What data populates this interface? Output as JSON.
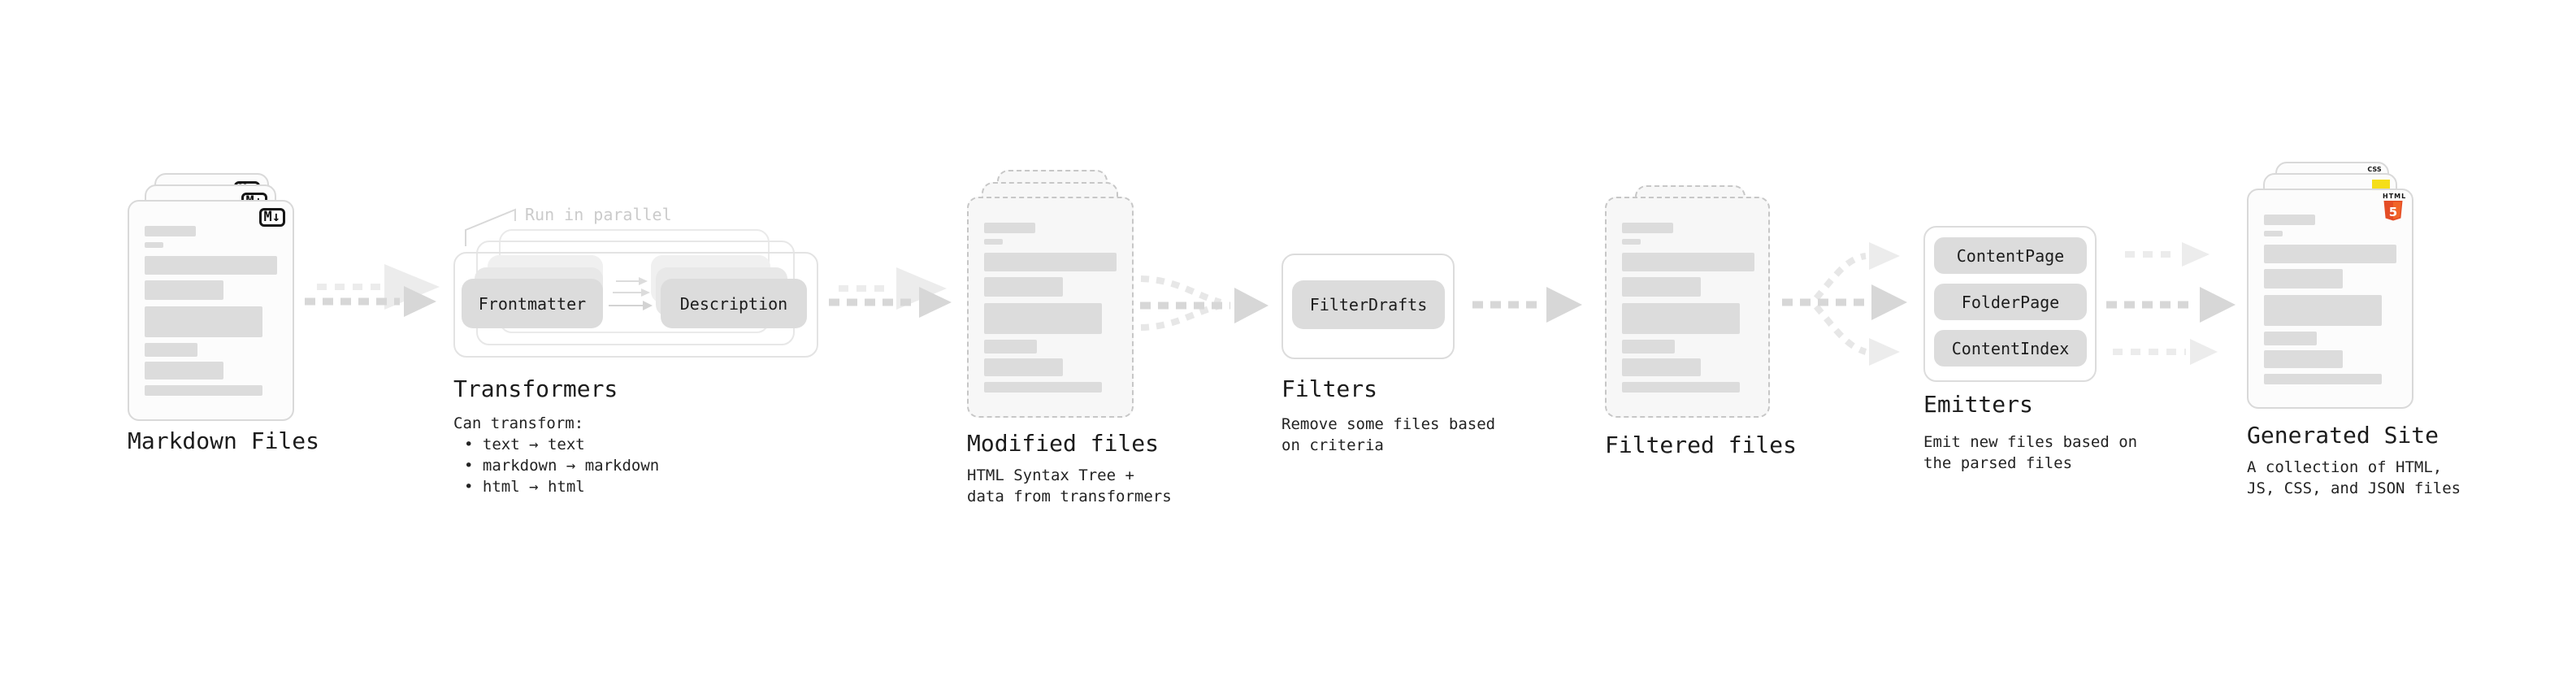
{
  "colors": {
    "html_orange": "#e44d26",
    "html_orange_light": "#f16529",
    "js_yellow": "#f5de19",
    "css_blue": "#2962f2"
  },
  "stages": {
    "markdown": {
      "label": "Markdown Files",
      "badge": "M↓"
    },
    "transformers": {
      "label": "Transformers",
      "annotation": "Run in parallel",
      "pill_frontmatter": "Frontmatter",
      "pill_description": "Description",
      "caption": "Can transform:",
      "bullets": [
        "• text → text",
        "• markdown → markdown",
        "• html → html"
      ]
    },
    "modified": {
      "label": "Modified files",
      "caption_line1": "HTML Syntax Tree +",
      "caption_line2": "data from transformers"
    },
    "filters": {
      "label": "Filters",
      "pill": "FilterDrafts",
      "caption_line1": "Remove some files based",
      "caption_line2": "on criteria"
    },
    "filtered": {
      "label": "Filtered files"
    },
    "emitters": {
      "label": "Emitters",
      "pills": [
        "ContentPage",
        "FolderPage",
        "ContentIndex"
      ],
      "caption_line1": "Emit new files based on",
      "caption_line2": "the parsed files"
    },
    "generated": {
      "label": "Generated Site",
      "caption_line1": "A collection of HTML,",
      "caption_line2": "JS, CSS, and JSON files",
      "badge_html_label": "HTML",
      "badge_html_number": "5",
      "badge_css_label": "CSS"
    }
  }
}
